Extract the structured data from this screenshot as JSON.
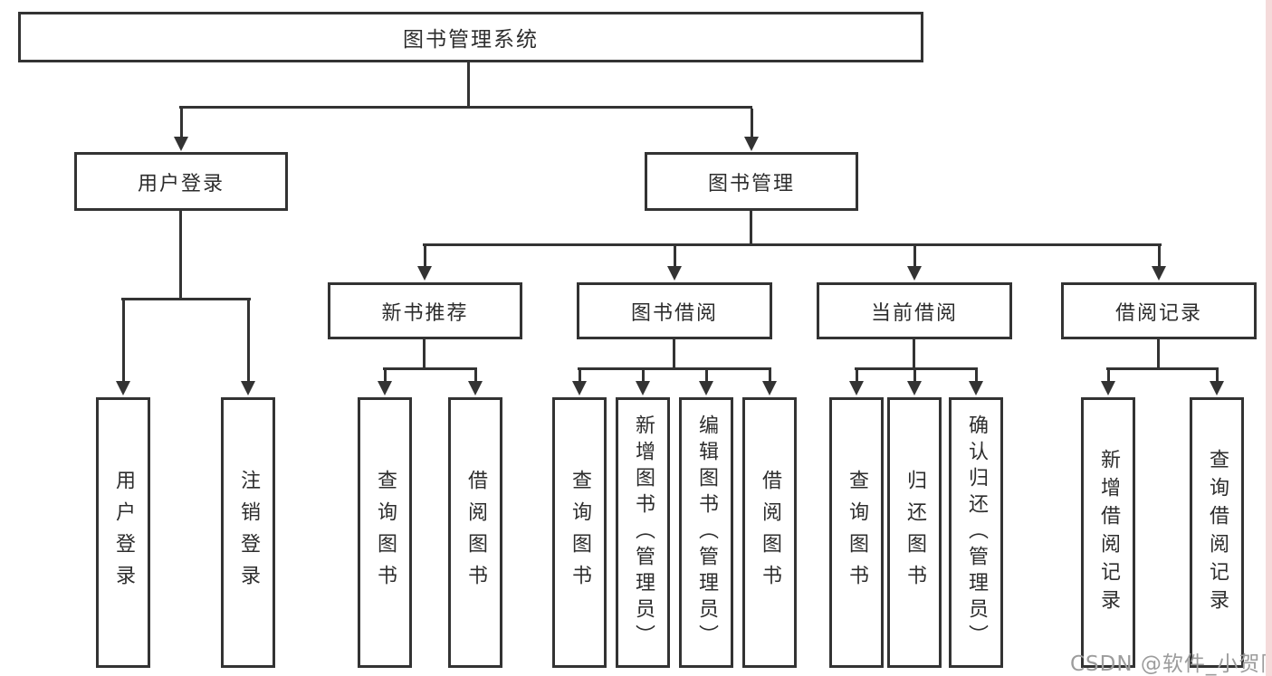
{
  "diagram": {
    "root": {
      "label": "图书管理系统"
    },
    "level2": [
      {
        "label": "用户登录"
      },
      {
        "label": "图书管理"
      }
    ],
    "level3": [
      {
        "label": "新书推荐"
      },
      {
        "label": "图书借阅"
      },
      {
        "label": "当前借阅"
      },
      {
        "label": "借阅记录"
      }
    ],
    "leaves": [
      {
        "label": "用户登录"
      },
      {
        "label": "注销登录"
      },
      {
        "label": "查询图书"
      },
      {
        "label": "借阅图书"
      },
      {
        "label": "查询图书"
      },
      {
        "label": "新增图书（管理员）"
      },
      {
        "label": "编辑图书（管理员）"
      },
      {
        "label": "借阅图书"
      },
      {
        "label": "查询图书"
      },
      {
        "label": "归还图书"
      },
      {
        "label": "确认归还（管理员）"
      },
      {
        "label": "新增借阅记录"
      },
      {
        "label": "查询借阅记录"
      }
    ]
  },
  "watermark": {
    "text": "CSDN @软件_小贺同学"
  },
  "colors": {
    "line": "#333333",
    "border": "#333333",
    "text": "#2d2d2d",
    "background": "#ffffff",
    "right_strip": "#f5dada",
    "watermark": "#9c9c9c"
  }
}
